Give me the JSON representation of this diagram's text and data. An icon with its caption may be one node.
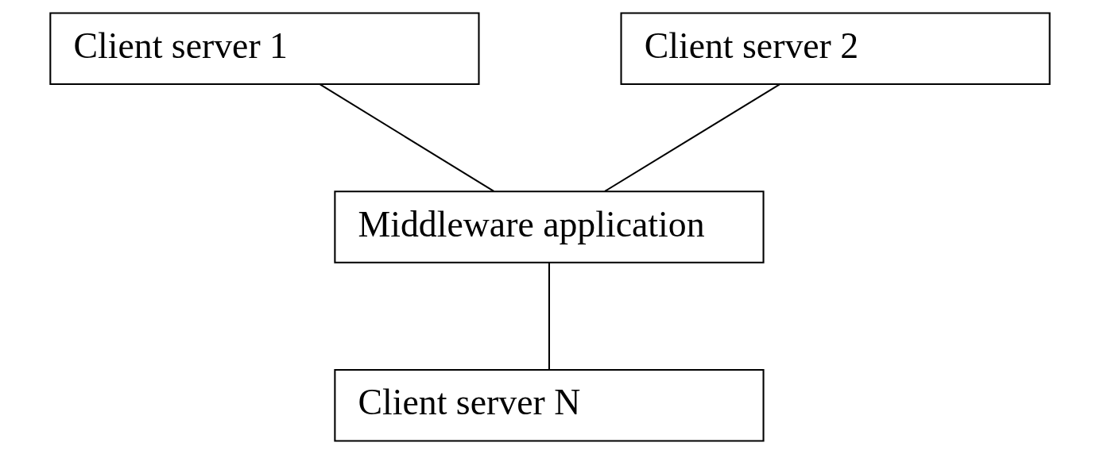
{
  "diagram": {
    "nodes": [
      {
        "text": [
          "Client server 1"
        ]
      },
      {
        "text": [
          "Client server 2"
        ]
      },
      {
        "text": [
          "Middleware application"
        ]
      },
      {
        "text": [
          "Client server N"
        ]
      }
    ],
    "edges": [
      {
        "from": 0,
        "to": 2,
        "arrow": "none"
      },
      {
        "from": 1,
        "to": 2,
        "arrow": "none"
      },
      {
        "from": 2,
        "to": 3,
        "arrow": "none"
      }
    ]
  }
}
